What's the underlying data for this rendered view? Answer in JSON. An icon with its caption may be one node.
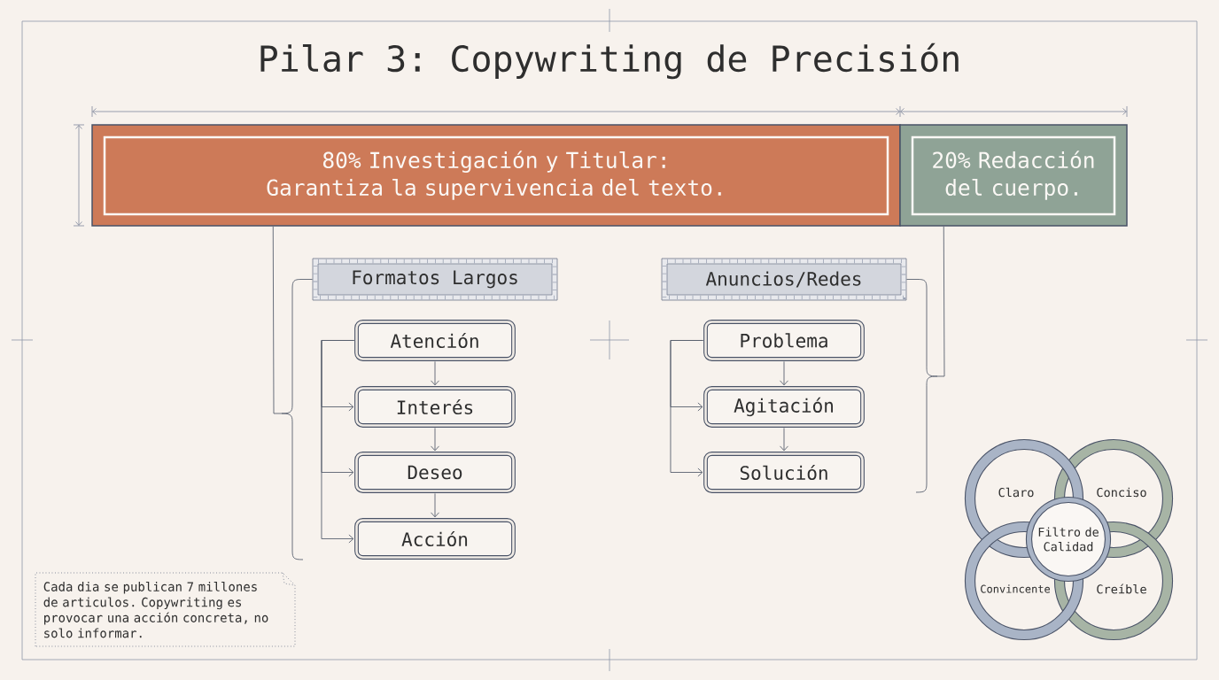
{
  "diagram": {
    "title": "Pilar 3: Copywriting de Precisión",
    "nodes": [
      {
        "text": [
          "80% Investigación y Titular:",
          "Garantiza la supervivencia del texto."
        ]
      },
      {
        "text": [
          "20% Redacción del cuerpo."
        ]
      },
      {
        "text": [
          "Formatos Largos"
        ]
      },
      {
        "text": [
          "Atención"
        ]
      },
      {
        "text": [
          "Interés"
        ]
      },
      {
        "text": [
          "Deseo"
        ]
      },
      {
        "text": [
          "Acción"
        ]
      },
      {
        "text": [
          "Anuncios/Redes"
        ]
      },
      {
        "text": [
          "Problema"
        ]
      },
      {
        "text": [
          "Agitación"
        ]
      },
      {
        "text": [
          "Solución"
        ]
      },
      {
        "text": [
          "Claro"
        ]
      },
      {
        "text": [
          "Conciso"
        ]
      },
      {
        "text": [
          "Convincente"
        ]
      },
      {
        "text": [
          "Creíble"
        ]
      },
      {
        "text": [
          "Filtro de Calidad"
        ]
      },
      {
        "text": [
          "Cada dia se publican 7 millones de articulos. Copywriting es provocar una acción concreta, no solo informar."
        ]
      }
    ],
    "edges": [
      {
        "from": 0,
        "to": 2,
        "arrow": "none"
      },
      {
        "from": 1,
        "to": 7,
        "arrow": "none"
      },
      {
        "from": 3,
        "to": 4,
        "arrow": "to"
      },
      {
        "from": 4,
        "to": 5,
        "arrow": "to"
      },
      {
        "from": 5,
        "to": 6,
        "arrow": "to"
      },
      {
        "from": 3,
        "to": 4,
        "arrow": "to"
      },
      {
        "from": 3,
        "to": 5,
        "arrow": "to"
      },
      {
        "from": 3,
        "to": 6,
        "arrow": "to"
      },
      {
        "from": 8,
        "to": 9,
        "arrow": "to"
      },
      {
        "from": 9,
        "to": 10,
        "arrow": "to"
      },
      {
        "from": 8,
        "to": 9,
        "arrow": "to"
      },
      {
        "from": 8,
        "to": 10,
        "arrow": "to"
      }
    ]
  }
}
